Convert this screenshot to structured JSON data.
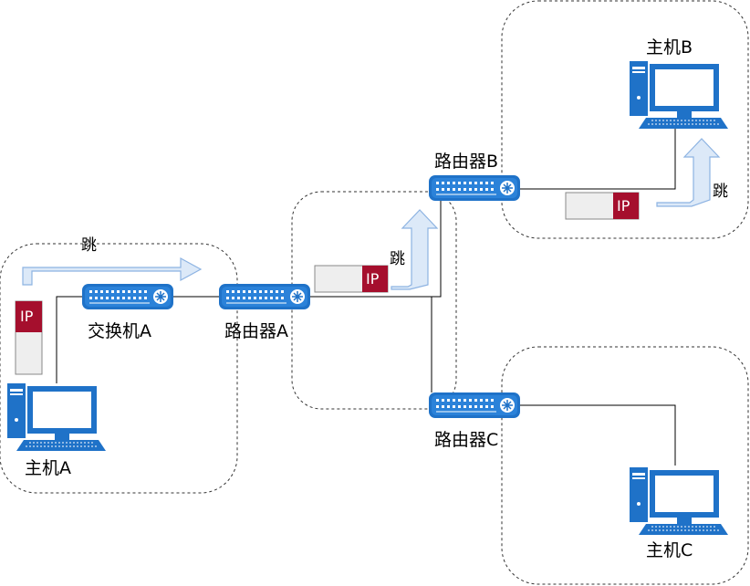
{
  "devices": {
    "host_a": {
      "label": "主机A"
    },
    "host_b": {
      "label": "主机B"
    },
    "host_c": {
      "label": "主机C"
    },
    "switch_a": {
      "label": "交换机A"
    },
    "router_a": {
      "label": "路由器A"
    },
    "router_b": {
      "label": "路由器B"
    },
    "router_c": {
      "label": "路由器C"
    }
  },
  "packets": {
    "tag": "IP"
  },
  "hops": {
    "label": "跳"
  },
  "colors": {
    "device_blue": "#1f72c8",
    "device_dark": "#0d4f94",
    "ip_red": "#a50f2d",
    "packet_body": "#eeeeee",
    "arrow_fill": "#dce9f8",
    "arrow_stroke": "#8db3e2"
  }
}
